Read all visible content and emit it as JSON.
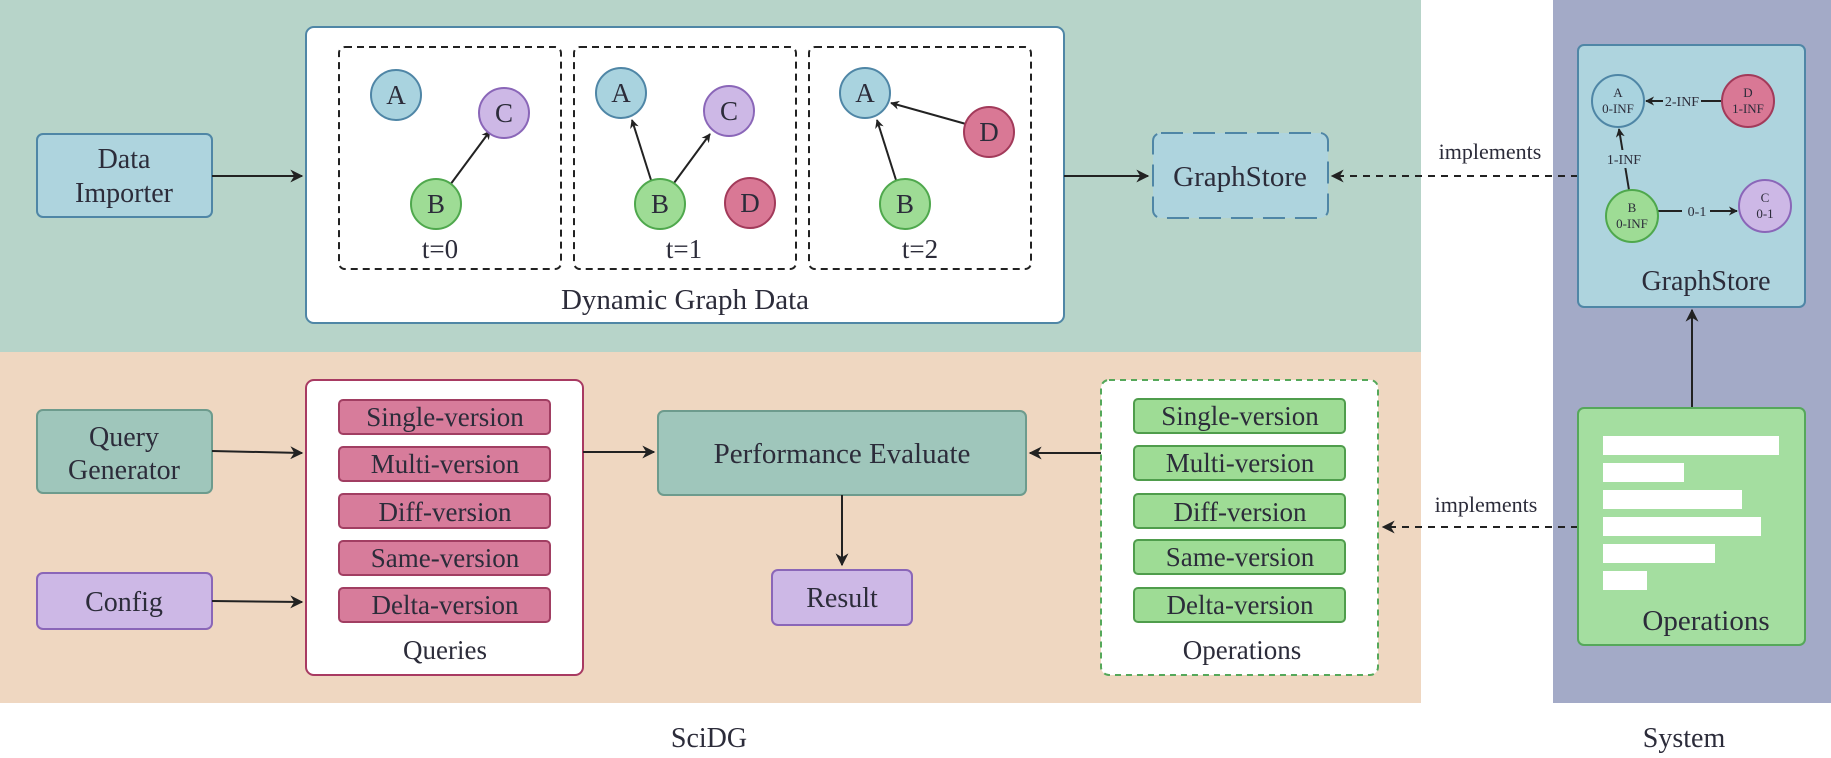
{
  "colors": {
    "region_top": "#b7d4c9",
    "region_bottom": "#efd7c1",
    "region_system": "#a3aac7",
    "node_blue_fill": "#a9d3df",
    "node_blue_stroke": "#4f86a6",
    "node_purple_fill": "#cdb8e6",
    "node_purple_stroke": "#8a66b8",
    "node_green_fill": "#9edc95",
    "node_green_stroke": "#4fa84d",
    "node_red_fill": "#d97895",
    "node_red_stroke": "#a23a5a",
    "query_tag_fill": "#d77c9b",
    "query_tag_stroke": "#a13e62",
    "op_tag_fill": "#9edc95",
    "op_tag_stroke": "#4f9d4c",
    "perf_fill": "#9fc6bb",
    "perf_stroke": "#6d9b8d",
    "graphstore_fill": "#aed4de",
    "graphstore_stroke": "#4f86a6",
    "ops_panel_fill": "#a4dea0",
    "ops_panel_stroke": "#55a85a"
  },
  "regions": {
    "scidg_label": "SciDG",
    "system_label": "System"
  },
  "boxes": {
    "data_importer": [
      "Data",
      "Importer"
    ],
    "graphstore": "GraphStore",
    "query_generator": [
      "Query",
      "Generator"
    ],
    "config": "Config",
    "performance_evaluate": "Performance Evaluate",
    "result": "Result"
  },
  "dynamic_graph": {
    "title": "Dynamic Graph Data",
    "snapshots": [
      {
        "label": "t=0",
        "nodes": [
          {
            "id": "A",
            "color": "blue"
          },
          {
            "id": "C",
            "color": "purple"
          },
          {
            "id": "B",
            "color": "green"
          }
        ]
      },
      {
        "label": "t=1",
        "nodes": [
          {
            "id": "A",
            "color": "blue"
          },
          {
            "id": "C",
            "color": "purple"
          },
          {
            "id": "B",
            "color": "green"
          },
          {
            "id": "D",
            "color": "red"
          }
        ]
      },
      {
        "label": "t=2",
        "nodes": [
          {
            "id": "A",
            "color": "blue"
          },
          {
            "id": "D",
            "color": "red"
          },
          {
            "id": "B",
            "color": "green"
          }
        ]
      }
    ]
  },
  "queries": {
    "title": "Queries",
    "items": [
      "Single-version",
      "Multi-version",
      "Diff-version",
      "Same-version",
      "Delta-version"
    ]
  },
  "operations": {
    "title": "Operations",
    "items": [
      "Single-version",
      "Multi-version",
      "Diff-version",
      "Same-version",
      "Delta-version"
    ]
  },
  "system_graphstore": {
    "title": "GraphStore",
    "nodes": [
      {
        "id": "A",
        "range": "0-INF",
        "color": "blue"
      },
      {
        "id": "D",
        "range": "1-INF",
        "color": "red"
      },
      {
        "id": "B",
        "range": "0-INF",
        "color": "green"
      },
      {
        "id": "C",
        "range": "0-1",
        "color": "purple"
      }
    ],
    "edge_labels": [
      "2-INF",
      "1-INF",
      "0-1"
    ]
  },
  "system_operations": {
    "title": "Operations"
  },
  "arrows": {
    "implements_top": "implements",
    "implements_bottom": "implements"
  }
}
